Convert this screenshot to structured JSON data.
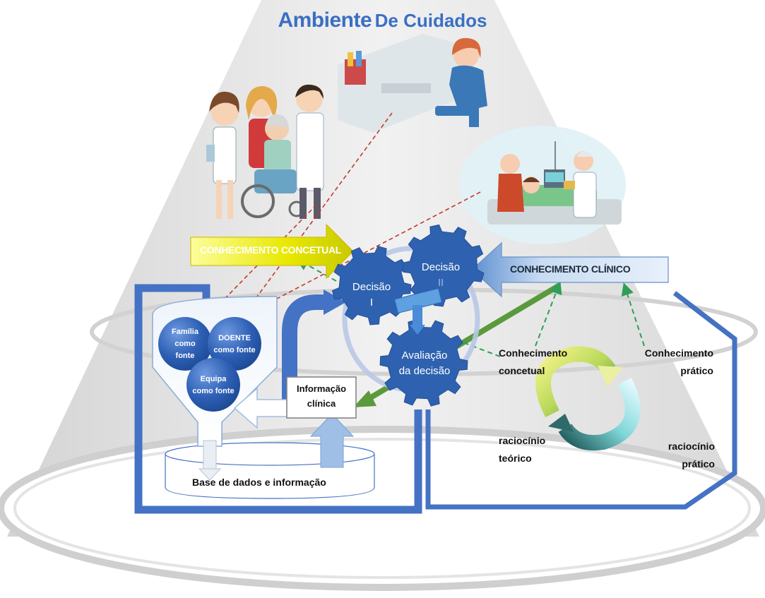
{
  "title": {
    "part1": "Ambiente",
    "part2": "De Cuidados"
  },
  "arrows": {
    "conceptual": "CONHECIMENTO CONCETUAL",
    "clinical": "CONHECIMENTO CLÍNICO"
  },
  "sources": {
    "family": [
      "Família",
      "como",
      "fonte"
    ],
    "patient": [
      "DOENTE",
      "como fonte"
    ],
    "team": [
      "Equipa",
      "como fonte"
    ]
  },
  "gears": {
    "decision1": [
      "Decisão",
      "I"
    ],
    "decision2": [
      "Decisão",
      "II"
    ],
    "evaluation": [
      "Avaliação",
      "da decisão"
    ]
  },
  "clinical_info": [
    "Informação",
    "clínica"
  ],
  "database": "Base de dados e informação",
  "knowledge": {
    "conceptual": [
      "Conhecimento",
      "concetual"
    ],
    "practical": [
      "Conhecimento",
      "prático"
    ],
    "theoretical_reasoning": [
      "raciocínio",
      "teórico"
    ],
    "practical_reasoning": [
      "raciocínio",
      "prático"
    ]
  },
  "icons": {
    "care_team": "care-team-illustration",
    "nurse_computer": "nurse-at-computer-illustration",
    "hospital_bed": "hospital-bed-scene-illustration",
    "cycle": "circular-arrows-icon"
  },
  "colors": {
    "title": "#3a6fc4",
    "blue": "#4472c4",
    "ball": "#2f62b8",
    "gear": "#2e62b0",
    "green_arrow": "#5a9a3c",
    "dashed_red": "#c0392b",
    "dashed_green": "#2f9e57",
    "conceptual_arrow": "#e6e600",
    "clinical_arrow": "#9cc2e5"
  }
}
